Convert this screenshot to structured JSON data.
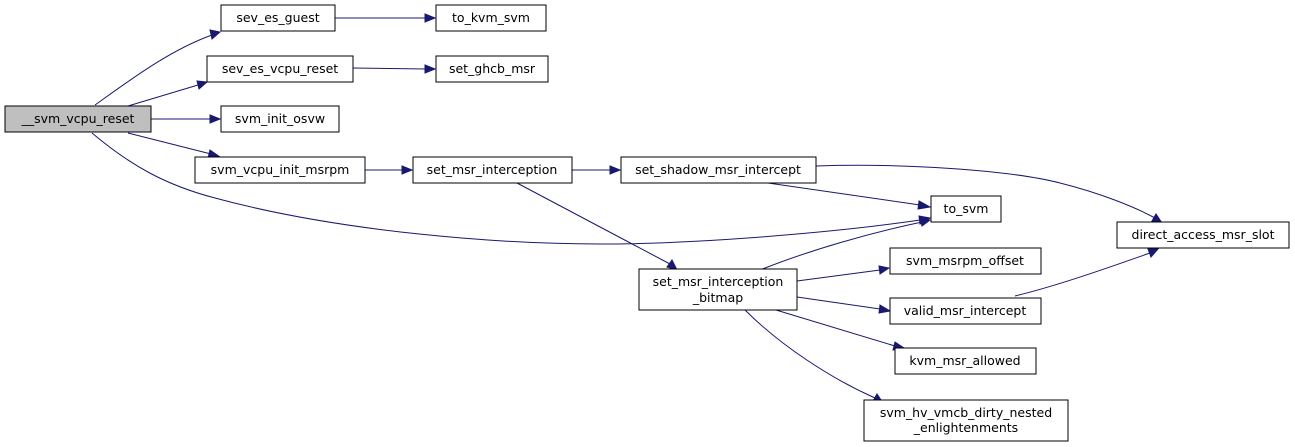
{
  "nodes": {
    "svm_vcpu_reset": "__svm_vcpu_reset",
    "sev_es_guest": "sev_es_guest",
    "to_kvm_svm": "to_kvm_svm",
    "sev_es_vcpu_reset": "sev_es_vcpu_reset",
    "set_ghcb_msr": "set_ghcb_msr",
    "svm_init_osvw": "svm_init_osvw",
    "svm_vcpu_init_msrpm": "svm_vcpu_init_msrpm",
    "set_msr_interception": "set_msr_interception",
    "set_shadow_msr_intercept": "set_shadow_msr_intercept",
    "to_svm": "to_svm",
    "direct_access_msr_slot": "direct_access_msr_slot",
    "set_msr_interception_bitmap_1": "set_msr_interception",
    "set_msr_interception_bitmap_2": "_bitmap",
    "svm_msrpm_offset": "svm_msrpm_offset",
    "valid_msr_intercept": "valid_msr_intercept",
    "kvm_msr_allowed": "kvm_msr_allowed",
    "svm_hv_vmcb_dirty_nested_1": "svm_hv_vmcb_dirty_nested",
    "svm_hv_vmcb_dirty_nested_2": "_enlightenments"
  },
  "colors": {
    "edge": "#191970",
    "root_fill": "#bfbfbf",
    "node_fill": "#ffffff"
  }
}
